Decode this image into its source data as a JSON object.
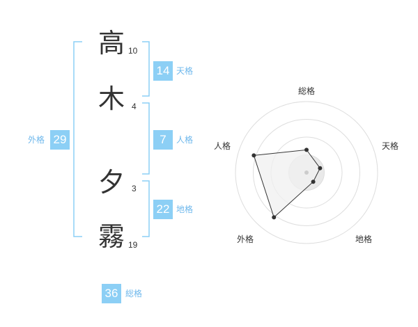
{
  "colors": {
    "accent": "#8ccff5",
    "label": "#6fb8ec",
    "text": "#333333",
    "grid": "#dddddd",
    "radar_fill": "#f0f0f0",
    "radar_line": "#333333"
  },
  "name": {
    "chars": [
      {
        "char": "高",
        "strokes": "10"
      },
      {
        "char": "木",
        "strokes": "4"
      },
      {
        "char": "夕",
        "strokes": "3"
      },
      {
        "char": "霧",
        "strokes": "19"
      }
    ]
  },
  "kakusu": {
    "tenkaku": {
      "value": "14",
      "label": "天格"
    },
    "jinkaku": {
      "value": "7",
      "label": "人格"
    },
    "chikaku": {
      "value": "22",
      "label": "地格"
    },
    "gaikaku": {
      "value": "29",
      "label": "外格"
    },
    "soukaku": {
      "value": "36",
      "label": "総格"
    }
  },
  "radar": {
    "axes": [
      "総格",
      "天格",
      "地格",
      "外格",
      "人格"
    ],
    "values": [
      0.32,
      0.2,
      0.16,
      0.78,
      0.78
    ],
    "rings": 4,
    "icon": "center-dot-icon"
  }
}
